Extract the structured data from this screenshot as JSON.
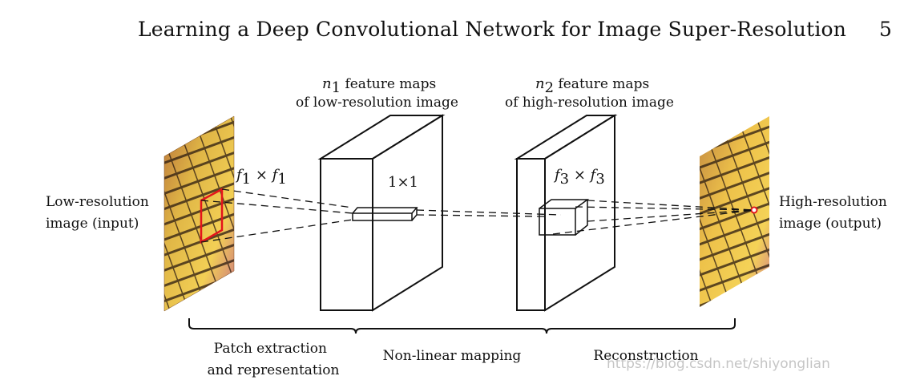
{
  "header": {
    "title": "Learning a Deep Convolutional Network for Image Super-Resolution",
    "page_number": "5"
  },
  "figure": {
    "input_label": [
      "Low-resolution",
      "image (input)"
    ],
    "output_label": [
      "High-resolution",
      "image (output)"
    ],
    "filter1": {
      "a": "f",
      "a_sub": "1",
      "op": " × ",
      "b": "f",
      "b_sub": "1"
    },
    "filter2": "1×1",
    "filter3": {
      "a": "f",
      "a_sub": "3",
      "op": " × ",
      "b": "f",
      "b_sub": "3"
    },
    "block1_caption": {
      "var": "n",
      "sub": "1",
      "line1_rest": " feature maps",
      "line2": "of low-resolution image"
    },
    "block2_caption": {
      "var": "n",
      "sub": "2",
      "line1_rest": " feature maps",
      "line2": "of high-resolution image"
    },
    "stages": [
      {
        "line1": "Patch extraction",
        "line2": "and representation"
      },
      {
        "line1": "Non-linear mapping",
        "line2": ""
      },
      {
        "line1": "Reconstruction",
        "line2": ""
      }
    ]
  },
  "watermark": "https://blog.csdn.net/shiyonglian"
}
